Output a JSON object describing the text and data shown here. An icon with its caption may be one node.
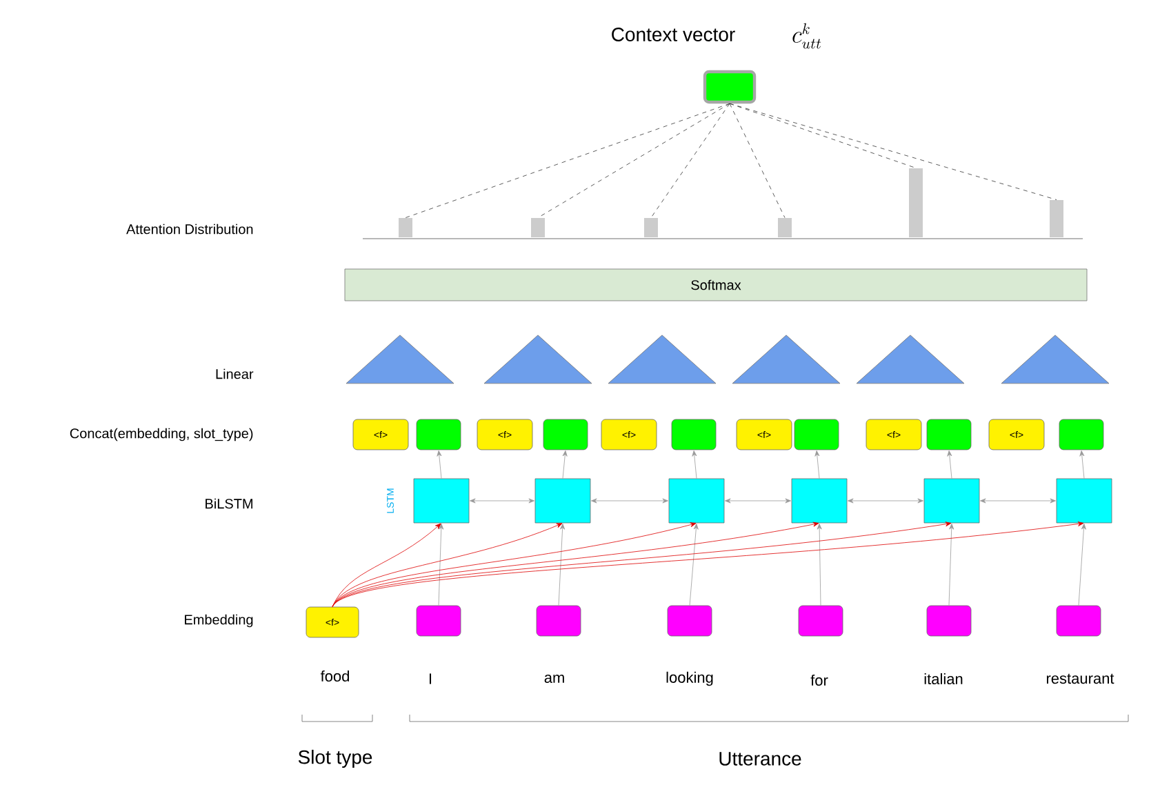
{
  "diagram": {
    "nodes": [
      {
        "text": [],
        "shape": "box",
        "beside": [
          "Context vector",
          "c_{utt}^{k}"
        ]
      },
      {
        "text": [],
        "shape": "bar"
      },
      {
        "text": [],
        "shape": "bar"
      },
      {
        "text": [],
        "shape": "bar"
      },
      {
        "text": [],
        "shape": "bar"
      },
      {
        "text": [],
        "shape": "bar"
      },
      {
        "text": [],
        "shape": "bar"
      },
      {
        "text": [
          "Softmax"
        ]
      },
      {
        "text": [],
        "shape": "triangle"
      },
      {
        "text": [],
        "shape": "triangle"
      },
      {
        "text": [],
        "shape": "triangle"
      },
      {
        "text": [],
        "shape": "triangle"
      },
      {
        "text": [],
        "shape": "triangle"
      },
      {
        "text": [],
        "shape": "triangle"
      },
      {
        "text": [
          "<f>"
        ]
      },
      {
        "text": [],
        "shape": "box"
      },
      {
        "text": [
          "<f>"
        ]
      },
      {
        "text": [],
        "shape": "box"
      },
      {
        "text": [
          "<f>"
        ]
      },
      {
        "text": [],
        "shape": "box"
      },
      {
        "text": [
          "<f>"
        ]
      },
      {
        "text": [],
        "shape": "box"
      },
      {
        "text": [
          "<f>"
        ]
      },
      {
        "text": [],
        "shape": "box"
      },
      {
        "text": [
          "<f>"
        ]
      },
      {
        "text": [],
        "shape": "box"
      },
      {
        "text": [],
        "shape": "box"
      },
      {
        "text": [],
        "shape": "box"
      },
      {
        "text": [],
        "shape": "box"
      },
      {
        "text": [],
        "shape": "box"
      },
      {
        "text": [],
        "shape": "box"
      },
      {
        "text": [],
        "shape": "box"
      },
      {
        "text": [
          "<f>"
        ]
      },
      {
        "text": [],
        "shape": "box"
      },
      {
        "text": [],
        "shape": "box"
      },
      {
        "text": [],
        "shape": "box"
      },
      {
        "text": [],
        "shape": "box"
      },
      {
        "text": [],
        "shape": "box"
      },
      {
        "text": [],
        "shape": "box"
      }
    ],
    "edges": [
      {
        "from": 0,
        "to": 1,
        "arrow": "none",
        "style": "dashed",
        "color": "#333333"
      },
      {
        "from": 0,
        "to": 2,
        "arrow": "none",
        "style": "dashed",
        "color": "#333333"
      },
      {
        "from": 0,
        "to": 3,
        "arrow": "none",
        "style": "dashed",
        "color": "#333333"
      },
      {
        "from": 0,
        "to": 4,
        "arrow": "none",
        "style": "dashed",
        "color": "#333333"
      },
      {
        "from": 0,
        "to": 5,
        "arrow": "none",
        "style": "dashed",
        "color": "#333333"
      },
      {
        "from": 0,
        "to": 6,
        "arrow": "none",
        "style": "dashed",
        "color": "#333333"
      },
      {
        "from": 26,
        "to": 15,
        "arrow": "to"
      },
      {
        "from": 27,
        "to": 17,
        "arrow": "to"
      },
      {
        "from": 28,
        "to": 19,
        "arrow": "to"
      },
      {
        "from": 29,
        "to": 21,
        "arrow": "to"
      },
      {
        "from": 30,
        "to": 23,
        "arrow": "to"
      },
      {
        "from": 31,
        "to": 25,
        "arrow": "to"
      },
      {
        "from": 26,
        "to": 27,
        "arrow": "both"
      },
      {
        "from": 27,
        "to": 28,
        "arrow": "both"
      },
      {
        "from": 28,
        "to": 29,
        "arrow": "both"
      },
      {
        "from": 29,
        "to": 30,
        "arrow": "both"
      },
      {
        "from": 30,
        "to": 31,
        "arrow": "both"
      },
      {
        "from": 33,
        "to": 26,
        "arrow": "to"
      },
      {
        "from": 34,
        "to": 27,
        "arrow": "to"
      },
      {
        "from": 35,
        "to": 28,
        "arrow": "to"
      },
      {
        "from": 36,
        "to": 29,
        "arrow": "to"
      },
      {
        "from": 37,
        "to": 30,
        "arrow": "to"
      },
      {
        "from": 38,
        "to": 31,
        "arrow": "to"
      },
      {
        "from": 32,
        "to": 26,
        "arrow": "to",
        "color": "#dd0000"
      },
      {
        "from": 32,
        "to": 27,
        "arrow": "to",
        "color": "#dd0000"
      },
      {
        "from": 32,
        "to": 28,
        "arrow": "to",
        "color": "#dd0000"
      },
      {
        "from": 32,
        "to": 29,
        "arrow": "to",
        "color": "#dd0000"
      },
      {
        "from": 32,
        "to": 30,
        "arrow": "to",
        "color": "#dd0000"
      },
      {
        "from": 32,
        "to": 31,
        "arrow": "to",
        "color": "#dd0000"
      }
    ],
    "labels": [
      "Attention Distribution",
      "Linear",
      "Concat(embedding, slot_type)",
      "BiLSTM",
      "LSTM",
      "Embedding",
      "food",
      "I",
      "am",
      "looking",
      "for",
      "italian",
      "restaurant",
      "Slot type",
      "Utterance"
    ]
  }
}
